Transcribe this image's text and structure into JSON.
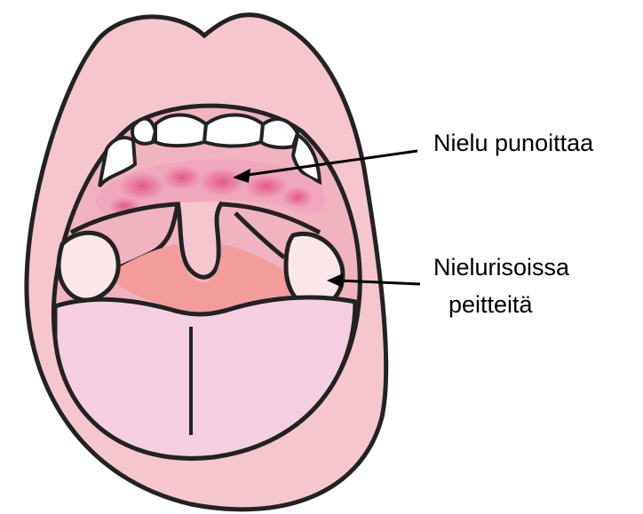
{
  "figure": {
    "labels": {
      "pharynx": "Nielu punoittaa",
      "tonsils_line1": "Nielurisoissa",
      "tonsils_line2": "peitteitä"
    }
  }
}
